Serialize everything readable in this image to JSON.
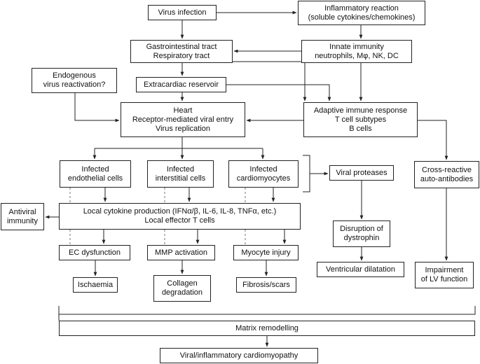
{
  "nodes": {
    "virus_infection": "Virus infection",
    "inflammatory_reaction": "Inflammatory reaction\n(soluble cytokines/chemokines)",
    "gi_resp_tract": "Gastrointestinal tract\nRespiratory tract",
    "innate_immunity": "Innate immunity\nneutrophils, Mφ, NK, DC",
    "endogenous_reactivation": "Endogenous\nvirus reactivation?",
    "extracardiac_reservoir": "Extracardiac reservoir",
    "heart": "Heart\nReceptor-mediated viral entry\nVirus replication",
    "adaptive_immune": "Adaptive immune response\nT cell subtypes\nB cells",
    "infected_endothelial": "Infected\nendothelial cells",
    "infected_interstitial": "Infected\ninterstitial cells",
    "infected_cardiomyocytes": "Infected\ncardiomyocytes",
    "viral_proteases": "Viral proteases",
    "cross_reactive": "Cross-reactive\nauto-antibodies",
    "antiviral_immunity": "Antiviral\nimmunity",
    "local_cytokine": "Local cytokine production (IFNα/β, IL-6, IL-8, TNFα, etc.)\nLocal effector T cells",
    "disruption_dystrophin": "Disruption of\ndystrophin",
    "ec_dysfunction": "EC dysfunction",
    "mmp_activation": "MMP activation",
    "myocyte_injury": "Myocyte injury",
    "ventricular_dilatation": "Ventricular dilatation",
    "impairment_lv": "Impairment\nof LV function",
    "ischaemia": "Ischaemia",
    "collagen_degradation": "Collagen\ndegradation",
    "fibrosis_scars": "Fibrosis/scars",
    "matrix_remodelling": "Matrix remodelling",
    "viral_cardiomyopathy": "Viral/inflammatory cardiomyopathy"
  }
}
